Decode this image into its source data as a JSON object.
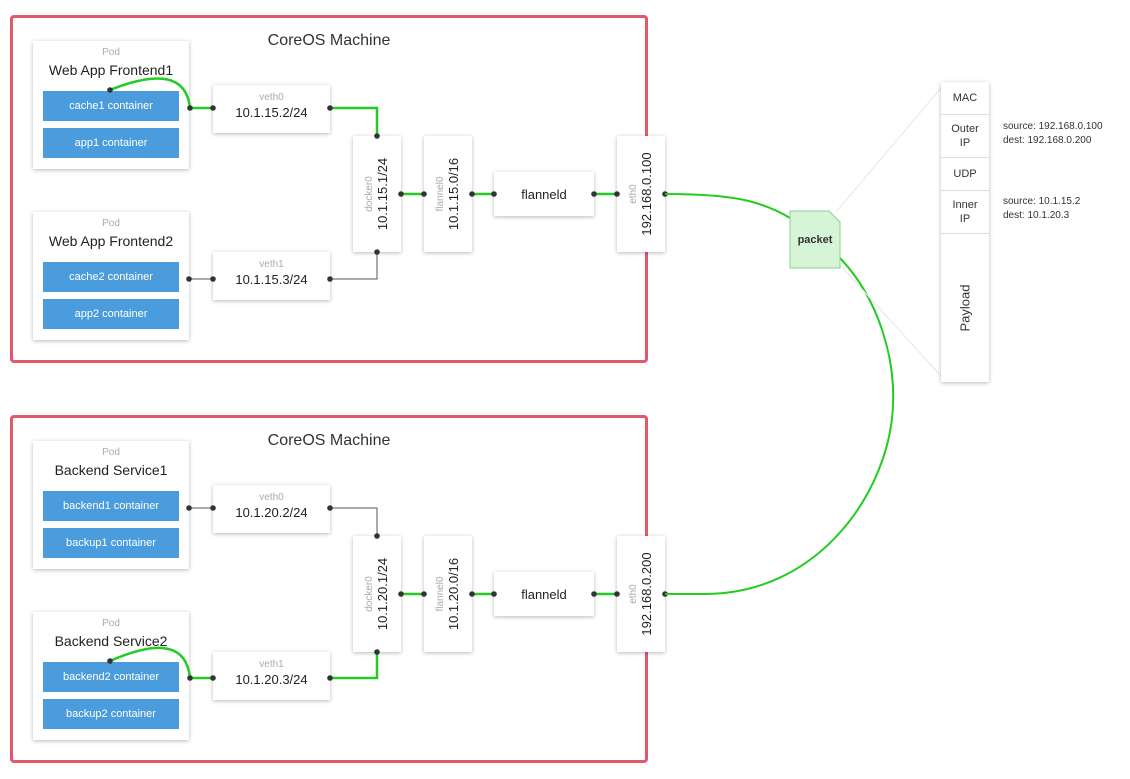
{
  "machines": [
    {
      "title": "CoreOS Machine",
      "pods": [
        {
          "label": "Pod",
          "name": "Web App Frontend1",
          "containers": [
            "cache1 container",
            "app1 container"
          ]
        },
        {
          "label": "Pod",
          "name": "Web App Frontend2",
          "containers": [
            "cache2 container",
            "app2 container"
          ]
        }
      ],
      "veths": [
        {
          "name": "veth0",
          "ip": "10.1.15.2/24"
        },
        {
          "name": "veth1",
          "ip": "10.1.15.3/24"
        }
      ],
      "docker": {
        "name": "docker0",
        "ip": "10.1.15.1/24"
      },
      "flannel": {
        "name": "flannel0",
        "ip": "10.1.15.0/16"
      },
      "flanneld": "flanneld",
      "eth": {
        "name": "eth0",
        "ip": "192.168.0.100"
      }
    },
    {
      "title": "CoreOS Machine",
      "pods": [
        {
          "label": "Pod",
          "name": "Backend Service1",
          "containers": [
            "backend1 container",
            "backup1 container"
          ]
        },
        {
          "label": "Pod",
          "name": "Backend Service2",
          "containers": [
            "backend2 container",
            "backup2 container"
          ]
        }
      ],
      "veths": [
        {
          "name": "veth0",
          "ip": "10.1.20.2/24"
        },
        {
          "name": "veth1",
          "ip": "10.1.20.3/24"
        }
      ],
      "docker": {
        "name": "docker0",
        "ip": "10.1.20.1/24"
      },
      "flannel": {
        "name": "flannel0",
        "ip": "10.1.20.0/16"
      },
      "flanneld": "flanneld",
      "eth": {
        "name": "eth0",
        "ip": "192.168.0.200"
      }
    }
  ],
  "packet": {
    "label": "packet",
    "headers": {
      "mac": "MAC",
      "outer_ip": [
        "Outer",
        "IP"
      ],
      "udp": "UDP",
      "inner_ip": [
        "Inner",
        "IP"
      ],
      "payload": "Payload"
    },
    "outer_annotation": {
      "source": "source: 192.168.0.100",
      "dest": "dest: 192.168.0.200"
    },
    "inner_annotation": {
      "source": "source: 10.1.15.2",
      "dest": "dest: 10.1.20.3"
    }
  },
  "colors": {
    "machine_border": "#e3576b",
    "container": "#4a9cdc",
    "active_link": "#22cc22",
    "packet_fill": "#d6f5d6"
  }
}
